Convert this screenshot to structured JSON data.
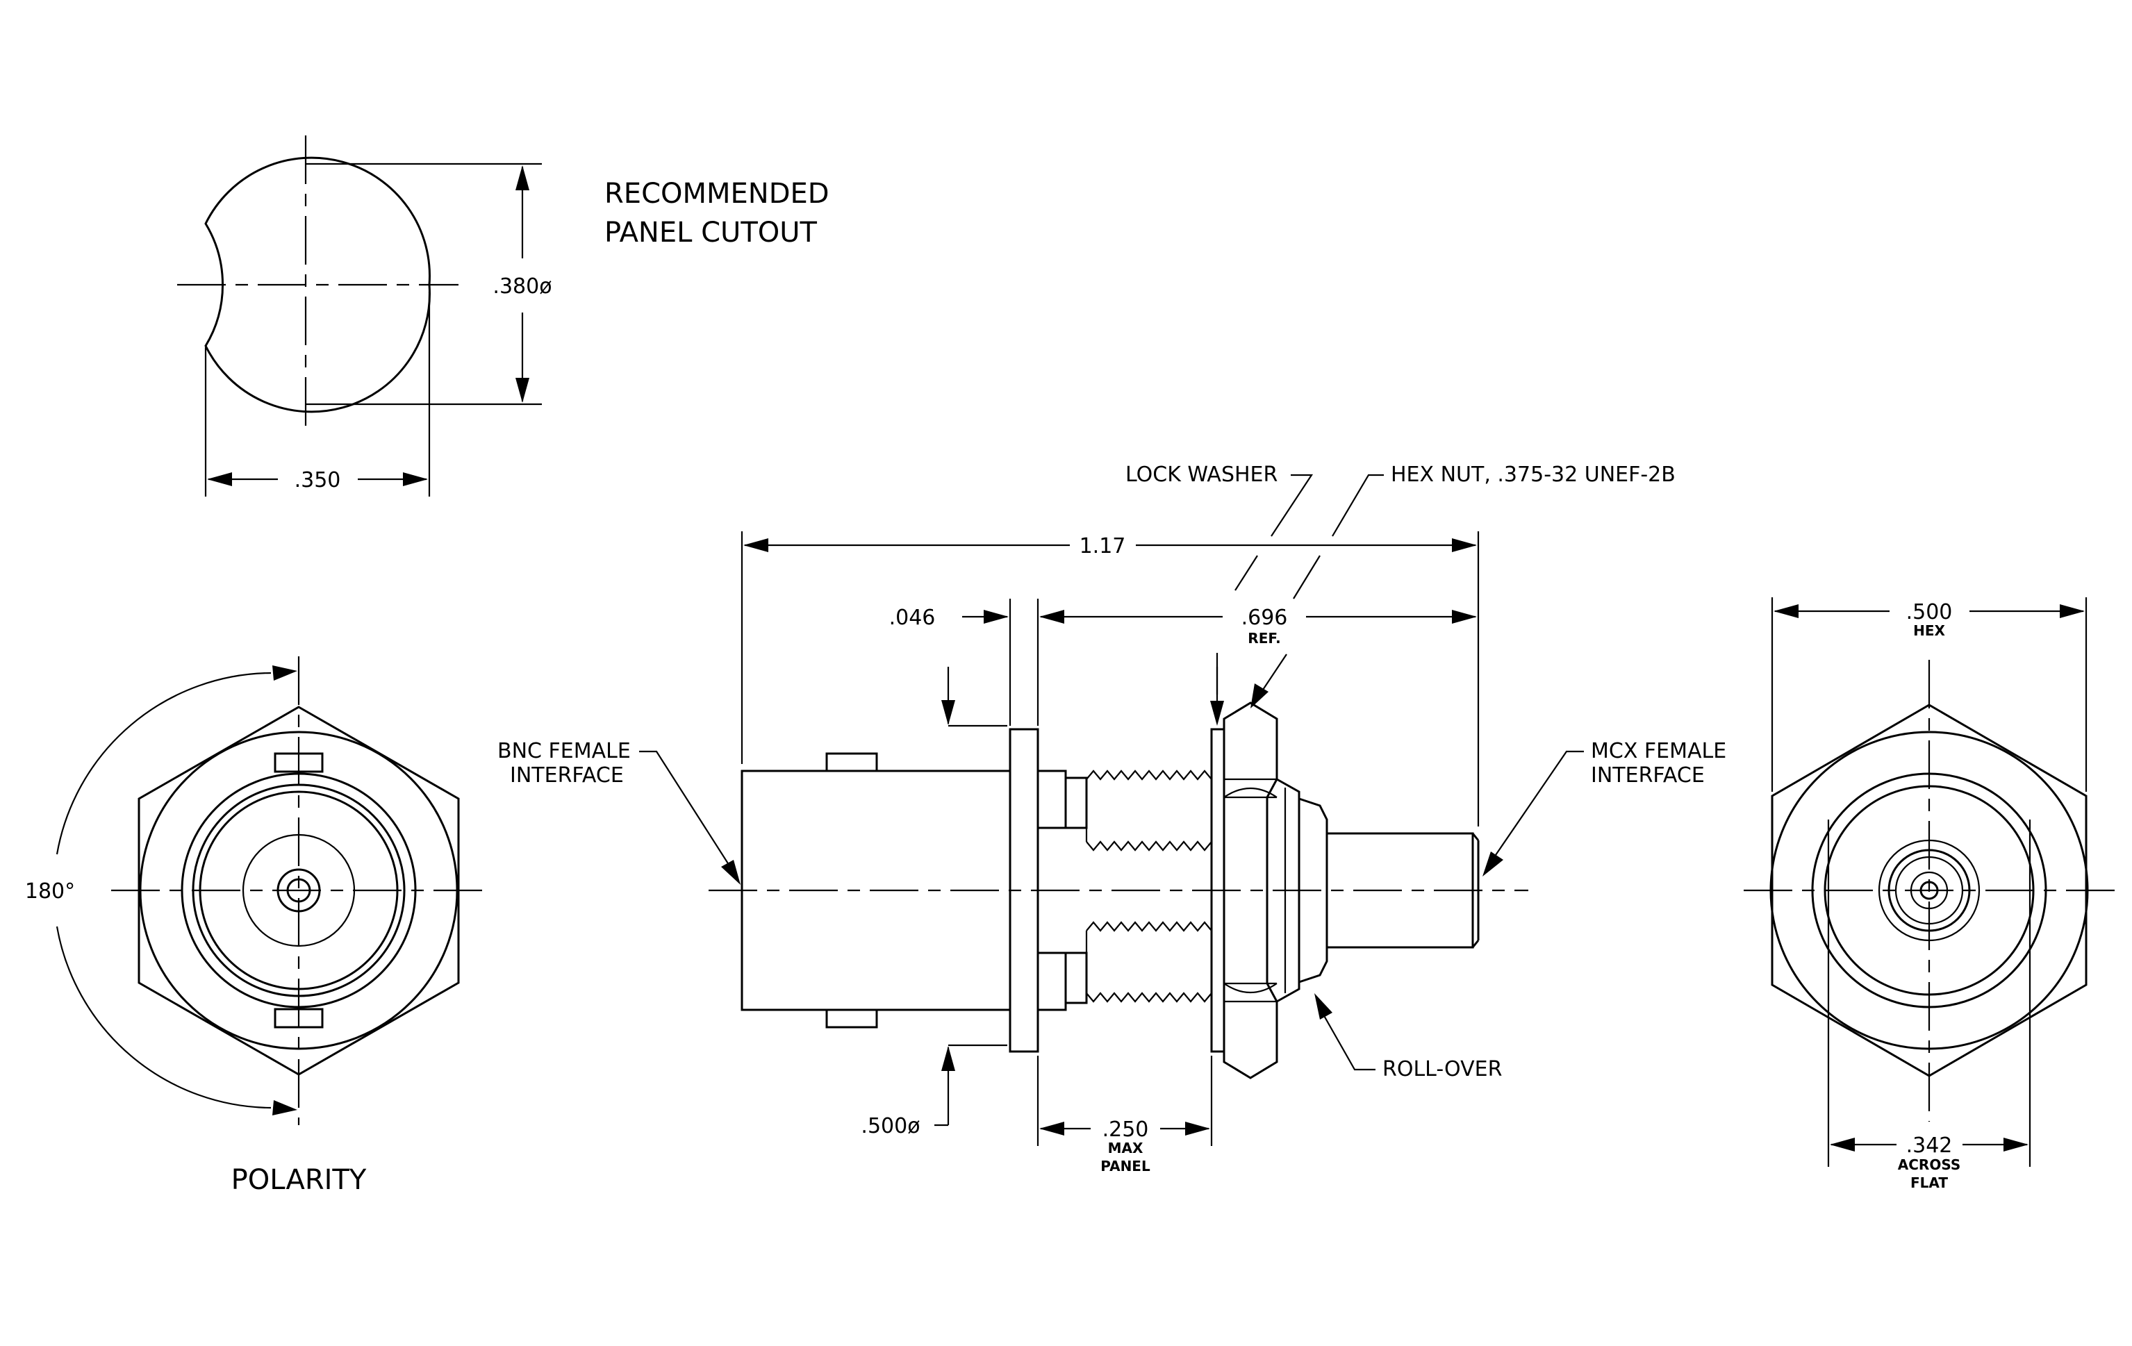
{
  "panel_cutout": {
    "title_line1": "RECOMMENDED",
    "title_line2": "PANEL CUTOUT",
    "dim_height": ".380ø",
    "dim_width": ".350"
  },
  "polarity": {
    "title": "POLARITY",
    "angle": "180°"
  },
  "side_view": {
    "overall_length": "1.17",
    "flange_thickness": ".046",
    "body_length": ".696",
    "body_length_note": "REF.",
    "body_diameter": ".500ø",
    "panel_thickness": ".250",
    "panel_note_line1": "MAX",
    "panel_note_line2": "PANEL",
    "lock_washer": "LOCK WASHER",
    "hex_nut": "HEX NUT, .375-32 UNEF-2B",
    "bnc_line1": "BNC FEMALE",
    "bnc_line2": "INTERFACE",
    "mcx_line1": "MCX FEMALE",
    "mcx_line2": "INTERFACE",
    "roll_over": "ROLL-OVER"
  },
  "end_view": {
    "hex_size": ".500",
    "hex_note": "HEX",
    "flat_size": ".342",
    "flat_note_line1": "ACROSS",
    "flat_note_line2": "FLAT"
  }
}
